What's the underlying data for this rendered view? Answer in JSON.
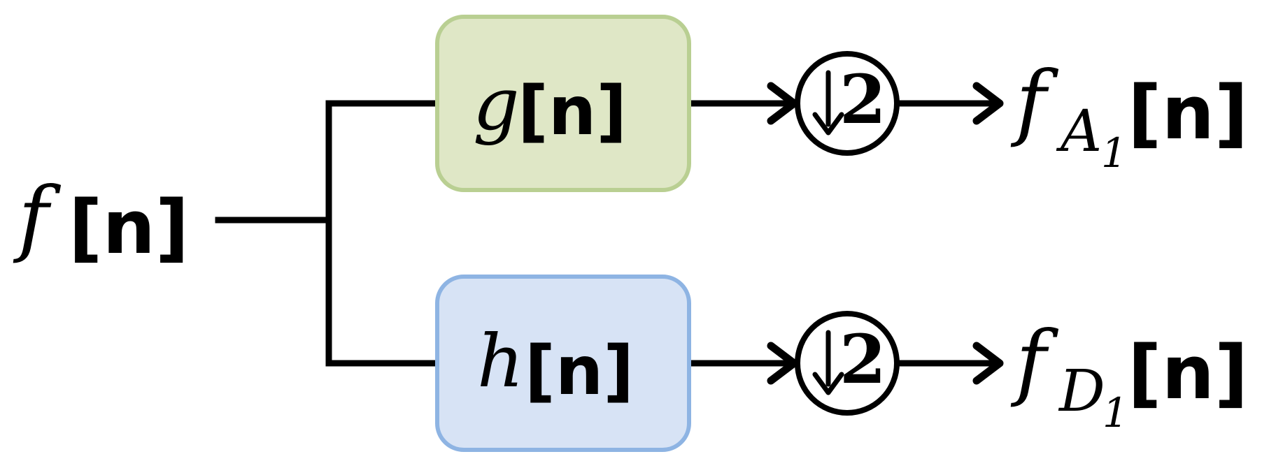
{
  "colors": {
    "line": "#000000",
    "text": "#000000",
    "filter_g_fill": "#dfe7c6",
    "filter_g_stroke": "#b9cf92",
    "filter_h_fill": "#d7e3f5",
    "filter_h_stroke": "#8eb4e3"
  },
  "input": {
    "symbol": "f",
    "bracket": "[n]"
  },
  "branches": {
    "top": {
      "filter": {
        "symbol": "g",
        "bracket": "[n]"
      },
      "downsampler": {
        "label": "↓2",
        "factor": "2",
        "icon": "down-arrow"
      },
      "output": {
        "symbol": "f",
        "subscript": "A",
        "sub_subscript": "1",
        "bracket": "[n]"
      }
    },
    "bottom": {
      "filter": {
        "symbol": "h",
        "bracket": "[n]"
      },
      "downsampler": {
        "label": "↓2",
        "factor": "2",
        "icon": "down-arrow"
      },
      "output": {
        "symbol": "f",
        "subscript": "D",
        "sub_subscript": "1",
        "bracket": "[n]"
      }
    }
  }
}
